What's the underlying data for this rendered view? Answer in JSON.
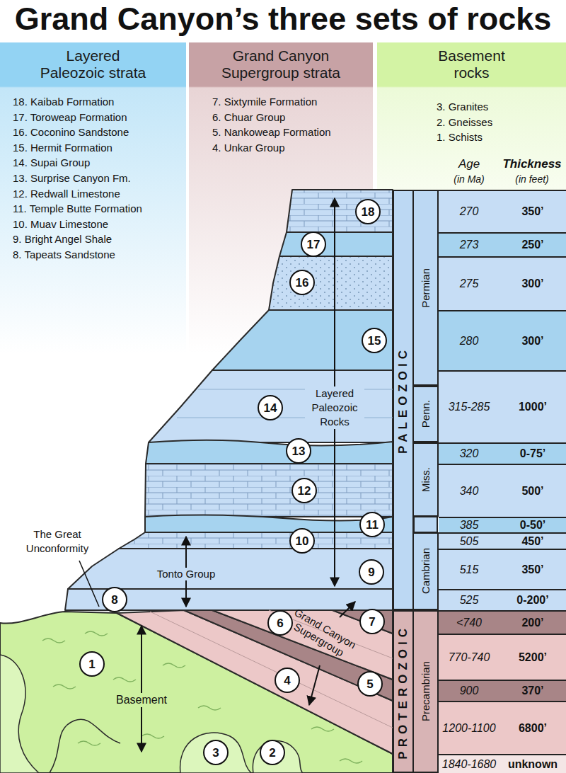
{
  "diagram": {
    "title": "Grand Canyon’s three sets of rocks",
    "nodes": [
      {
        "text": [
          "Layered Paleozoic strata",
          "18. Kaibab Formation",
          "17. Toroweap Formation",
          "16. Coconino Sandstone",
          "15. Hermit Formation",
          "14. Supai Group",
          "13. Surprise Canyon Fm.",
          "12. Redwall Limestone",
          "11. Temple Butte Formation",
          "10. Muav Limestone",
          "9. Bright Angel Shale",
          "8. Tapeats Sandstone"
        ]
      },
      {
        "text": [
          "Grand Canyon Supergroup strata",
          "7. Sixtymile Formation",
          "6. Chuar Group",
          "5. Nankoweap Formation",
          "4. Unkar Group"
        ]
      },
      {
        "text": [
          "Basement rocks",
          "3. Granites",
          "2. Gneisses",
          "1. Schists"
        ]
      },
      {
        "text": [
          "PALEOZOIC"
        ]
      },
      {
        "text": [
          "PROTEROZOIC"
        ]
      },
      {
        "text": [
          "Permian"
        ]
      },
      {
        "text": [
          "Penn."
        ]
      },
      {
        "text": [
          "Miss."
        ]
      },
      {
        "text": [
          "Cambrian"
        ]
      },
      {
        "text": [
          "Precambrian"
        ]
      },
      {
        "text": [
          "270",
          "350’"
        ]
      },
      {
        "text": [
          "273",
          "250’"
        ]
      },
      {
        "text": [
          "275",
          "300’"
        ]
      },
      {
        "text": [
          "280",
          "300’"
        ]
      },
      {
        "text": [
          "315-285",
          "1000’"
        ]
      },
      {
        "text": [
          "320",
          "0-75’"
        ]
      },
      {
        "text": [
          "340",
          "500’"
        ]
      },
      {
        "text": [
          "385",
          "0-50’"
        ]
      },
      {
        "text": [
          "505",
          "450’"
        ]
      },
      {
        "text": [
          "515",
          "350’"
        ]
      },
      {
        "text": [
          "525",
          "0-200’"
        ]
      },
      {
        "text": [
          "<740",
          "200’"
        ]
      },
      {
        "text": [
          "770-740",
          "5200’"
        ]
      },
      {
        "text": [
          "900",
          "370’"
        ]
      },
      {
        "text": [
          "1200-1100",
          "6800’"
        ]
      },
      {
        "text": [
          "1840-1680",
          "unknown"
        ]
      },
      {
        "text": [
          "18"
        ]
      },
      {
        "text": [
          "17"
        ]
      },
      {
        "text": [
          "16"
        ]
      },
      {
        "text": [
          "15"
        ]
      },
      {
        "text": [
          "14"
        ]
      },
      {
        "text": [
          "13"
        ]
      },
      {
        "text": [
          "12"
        ]
      },
      {
        "text": [
          "11"
        ]
      },
      {
        "text": [
          "10"
        ]
      },
      {
        "text": [
          "9"
        ]
      },
      {
        "text": [
          "8"
        ]
      },
      {
        "text": [
          "6"
        ]
      },
      {
        "text": [
          "7"
        ]
      },
      {
        "text": [
          "4"
        ]
      },
      {
        "text": [
          "5"
        ]
      },
      {
        "text": [
          "1"
        ]
      },
      {
        "text": [
          "3"
        ]
      },
      {
        "text": [
          "2"
        ]
      }
    ],
    "labels": [
      "Age",
      "(in Ma)",
      "Thickness",
      "(in feet)",
      "Layered Paleozoic Rocks",
      "The Great Unconformity",
      "Tonto Group",
      "Grand Canyon Supergroup",
      "Basement"
    ]
  }
}
